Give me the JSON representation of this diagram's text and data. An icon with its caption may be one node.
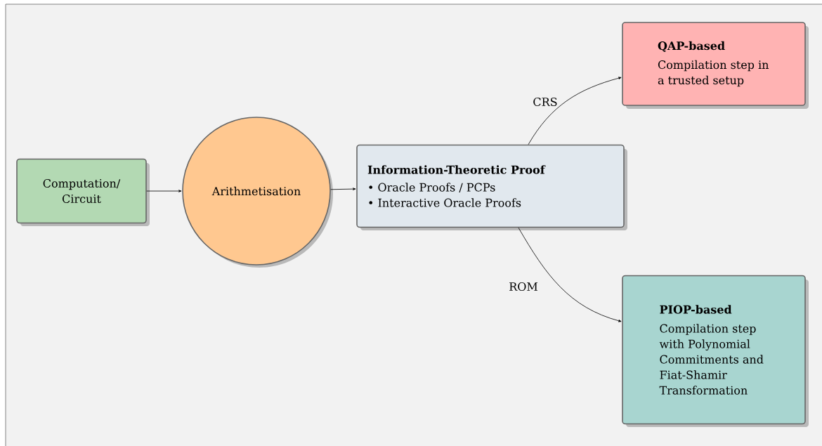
{
  "diagram": {
    "nodes": [
      {
        "text": [
          "Computation/ Circuit"
        ]
      },
      {
        "text": [
          "Arithmetisation"
        ]
      },
      {
        "text": [
          "Information-Theoretic Proof",
          "• Oracle Proofs / PCPs",
          "• Interactive Oracle Proofs"
        ]
      },
      {
        "text": [
          "QAP-based",
          "Compilation step in a trusted setup"
        ]
      },
      {
        "text": [
          "PIOP-based",
          "Compilation step with Polynomial Commitments and Fiat-Shamir Transformation"
        ]
      }
    ],
    "edges": [
      {
        "from": 0,
        "to": 1,
        "arrow": "to"
      },
      {
        "from": 1,
        "to": 2,
        "arrow": "to"
      },
      {
        "from": 2,
        "to": 3,
        "arrow": "to",
        "label": "CRS"
      },
      {
        "from": 2,
        "to": 4,
        "arrow": "to",
        "label": "ROM"
      }
    ]
  }
}
